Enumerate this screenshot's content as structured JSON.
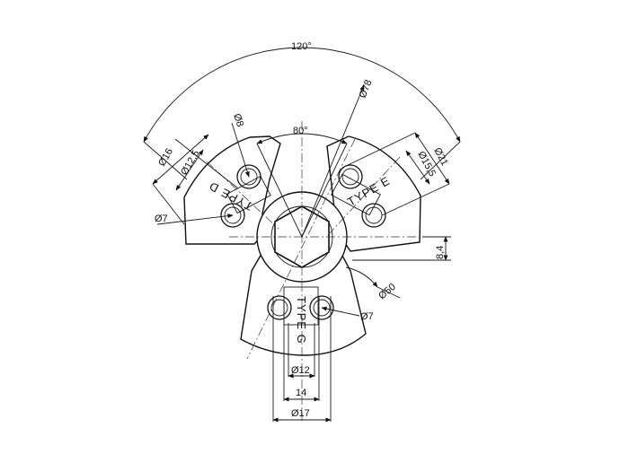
{
  "drawing": {
    "angles": {
      "outer": "120°",
      "inner": "80°"
    },
    "diameters": {
      "d78": "Ø78",
      "d8": "Ø8",
      "d16": "Ø16",
      "d12_5": "Ø12,5",
      "d7_left": "Ø7",
      "d21": "Ø21",
      "d15_5": "Ø15,5",
      "d50": "Ø50",
      "d7_right": "Ø7",
      "d12": "Ø12",
      "d17": "Ø17"
    },
    "lengths": {
      "l14": "14",
      "l8_4": "8,4"
    },
    "types": {
      "type_d": "TYPE D",
      "type_e": "TYPE E",
      "type_g": "TYPE G"
    }
  }
}
